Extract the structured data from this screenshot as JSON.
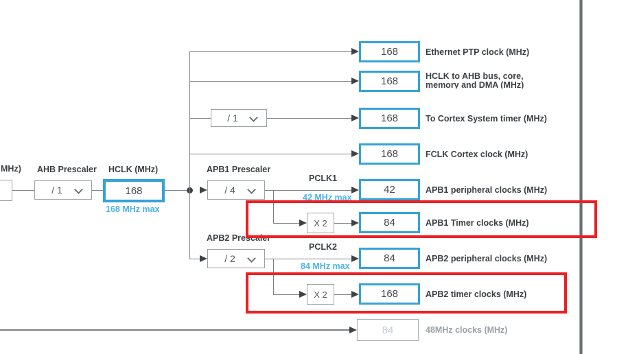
{
  "colors": {
    "accent_blue": "#35a3d8",
    "note_blue": "#4cb4e7",
    "highlight_red": "#ec2024",
    "line_gray": "#7d8184",
    "label_dark": "#3c4043"
  },
  "left_chain": {
    "clipped_source_label": "MHz)",
    "ahb_prescaler": {
      "title": "AHB Prescaler",
      "selected": "/ 1"
    },
    "hclk": {
      "title": "HCLK (MHz)",
      "value": "168",
      "note": "168 MHz max"
    }
  },
  "cortex_timer_prescaler": {
    "selected": "/ 1"
  },
  "apb1": {
    "title": "APB1 Prescaler",
    "selected": "/ 4",
    "bus_label": "PCLK1",
    "note": "42 MHz max",
    "multiplier_label": "X 2"
  },
  "apb2": {
    "title": "APB2 Prescaler",
    "selected": "/ 2",
    "bus_label": "PCLK2",
    "note": "84 MHz max",
    "multiplier_label": "X 2"
  },
  "outputs": {
    "ethernet_ptp": {
      "value": "168",
      "label": "Ethernet PTP clock (MHz)"
    },
    "hclk_ahb": {
      "value": "168",
      "label_line1": "HCLK to AHB bus, core,",
      "label_line2": "memory and DMA (MHz)"
    },
    "cortex_timer": {
      "value": "168",
      "label": "To Cortex System timer (MHz)"
    },
    "fclk": {
      "value": "168",
      "label": "FCLK Cortex clock (MHz)"
    },
    "apb1_peripheral": {
      "value": "42",
      "label": "APB1 peripheral clocks (MHz)"
    },
    "apb1_timer": {
      "value": "84",
      "label": "APB1 Timer clocks (MHz)"
    },
    "apb2_peripheral": {
      "value": "84",
      "label": "APB2 peripheral clocks (MHz)"
    },
    "apb2_timer": {
      "value": "168",
      "label": "APB2 timer clocks (MHz)"
    },
    "clk48": {
      "value": "84",
      "label": "48MHz clocks (MHz)"
    }
  }
}
